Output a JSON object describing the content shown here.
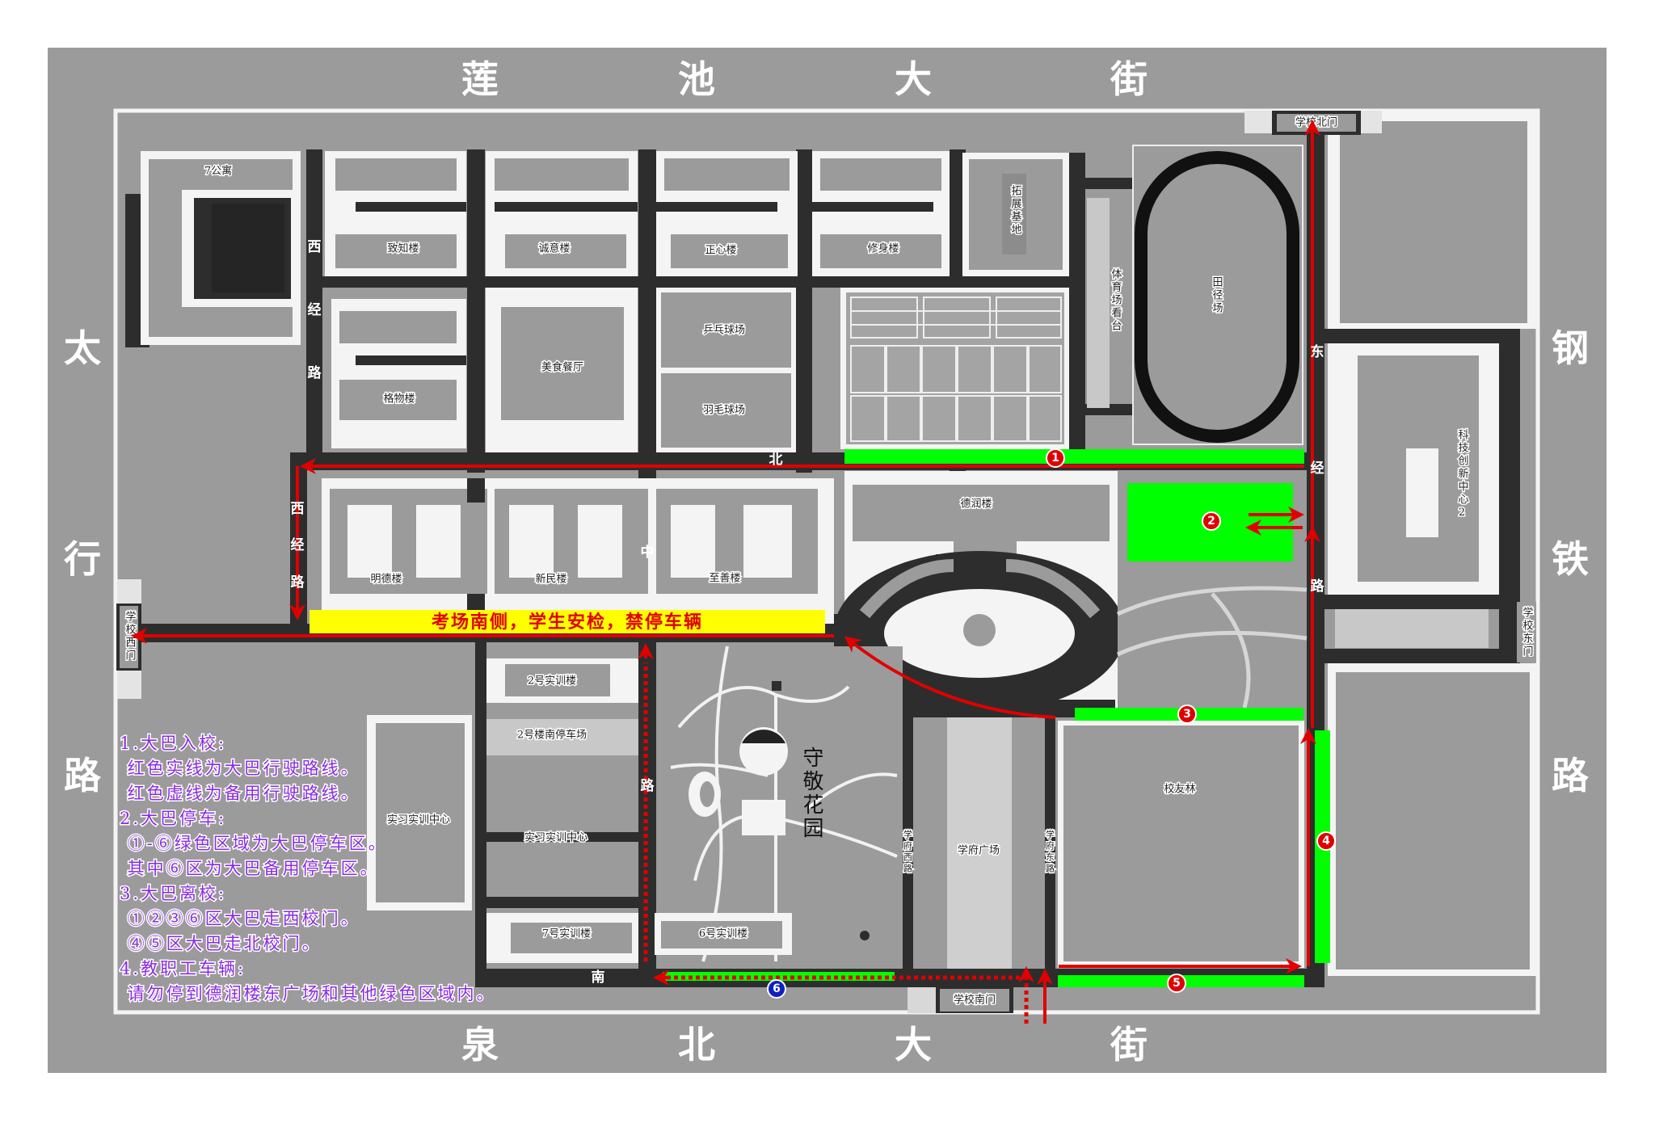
{
  "streets": {
    "north": [
      "莲",
      "池",
      "大",
      "街"
    ],
    "south": [
      "泉",
      "北",
      "大",
      "街"
    ],
    "west": [
      "太",
      "行",
      "路"
    ],
    "east": [
      "钢",
      "铁",
      "路"
    ]
  },
  "roads": {
    "west_upper": [
      "西",
      "经",
      "路"
    ],
    "west_lower": [
      "西",
      "经",
      "路"
    ],
    "north": "北",
    "middle_vertical": [
      "中",
      "路"
    ],
    "south": "南",
    "east": [
      "东",
      "经",
      "路"
    ],
    "xuefu_west": "学府西路",
    "xuefu_east": "学府东路"
  },
  "buildings": {
    "apartment7": "7公寓",
    "zhizhi": "致知楼",
    "chengyi": "诚意楼",
    "zhengxin": "正心楼",
    "xiushen": "修身楼",
    "gewu": "格物楼",
    "canteen": "美食餐厅",
    "pingpong": "乒乓球场",
    "badminton": "羽毛球场",
    "expansion_base": "拓展基地",
    "stadium_stand": "体育场看台",
    "track_field": "田径场",
    "tech_center": "科技创新中心2",
    "derun": "德润楼",
    "mingde": "明德楼",
    "xinmin": "新民楼",
    "zhishan": "至善楼",
    "training2": "2号实训楼",
    "parking2_south": "2号楼南停车场",
    "practice_center_a": "实习实训中心",
    "practice_center_b": "实习实训中心",
    "training7": "7号实训楼",
    "training6": "6号实训楼",
    "shoujing_garden": "守敬花园",
    "xuefu_square": "学府广场",
    "alumni_grove": "校友林"
  },
  "gates": {
    "north": "学校北门",
    "west": "学校西门",
    "south": "学校南门",
    "east": "学校东门"
  },
  "notice_banner": "考场南侧，学生安检，禁停车辆",
  "parking_zones": [
    "1",
    "2",
    "3",
    "4",
    "5",
    "6"
  ],
  "legend": [
    "1.大巴入校:",
    " 红色实线为大巴行驶路线。",
    " 红色虚线为备用行驶路线。",
    "2.大巴停车:",
    " ①-⑥绿色区域为大巴停车区。",
    " 其中⑥区为大巴备用停车区。",
    "3.大巴离校:",
    " ①②③⑥区大巴走西校门。",
    " ④⑤区大巴走北校门。",
    "4.教职工车辆:",
    " 请勿停到德润楼东广场和其他绿色区域内。"
  ],
  "colors": {
    "route": "#e00000",
    "parking": "#00ff00",
    "banner": "#ffff00",
    "backup_zone": "#1020c0",
    "legend_text": "#8a2be2"
  }
}
